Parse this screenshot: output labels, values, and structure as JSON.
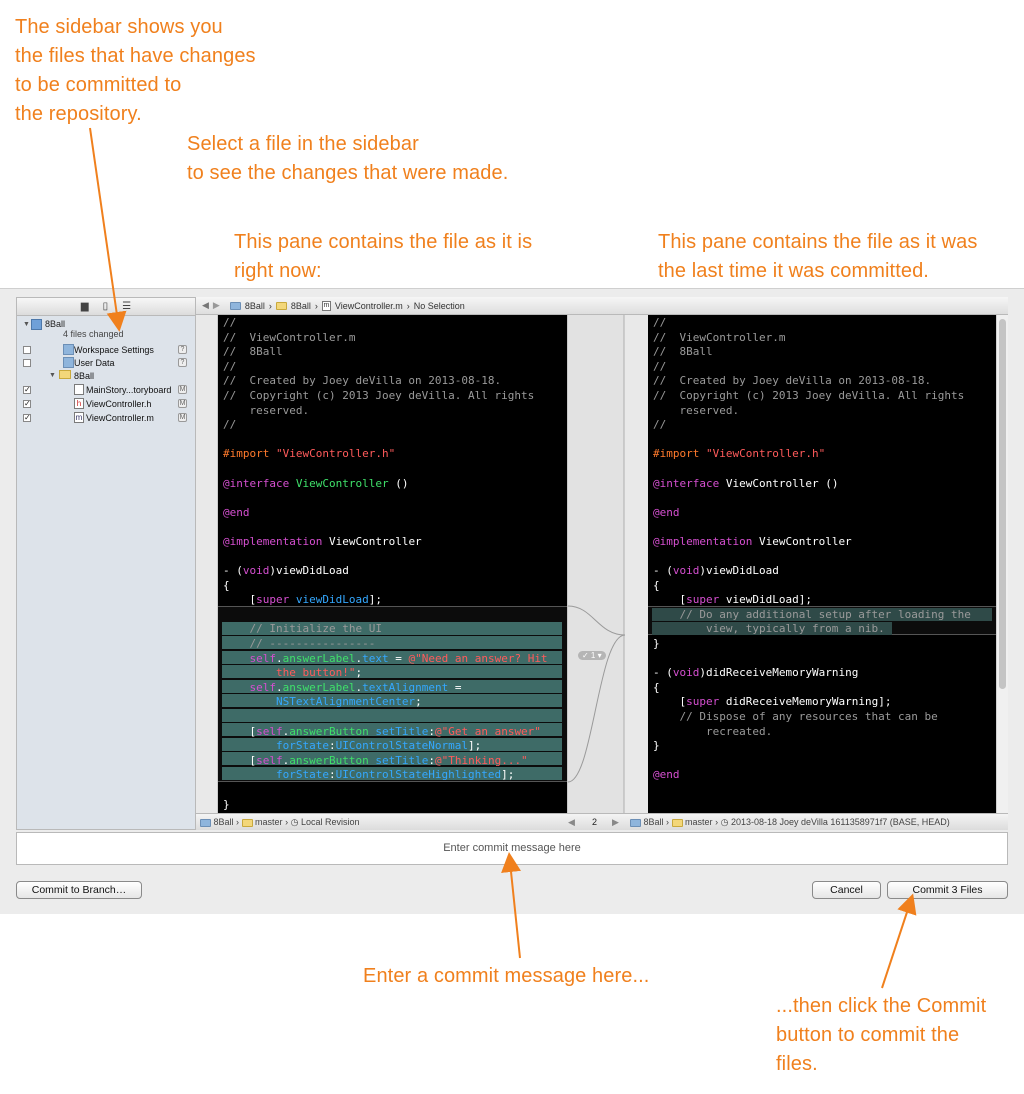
{
  "annotations": {
    "sidebar_note": "The sidebar shows you\nthe files that have changes\nto be committed to\nthe repository.",
    "select_note": "Select a file in the sidebar\nto see the changes that were made.",
    "left_pane_note": "This pane contains the file as it is\nright now:",
    "right_pane_note": "This pane contains the file as it was\nthe last time it was committed.",
    "message_note": "Enter a commit message here...",
    "commit_note": "...then click the Commit\nbutton to commit the\nfiles."
  },
  "sidebar": {
    "project": "8Ball",
    "subtitle": "4 files changed",
    "items": [
      {
        "label": "Workspace Settings",
        "checked": "",
        "badge": "?"
      },
      {
        "label": "User Data",
        "checked": "",
        "badge": "?"
      },
      {
        "label": "8Ball",
        "checked": "",
        "badge": ""
      },
      {
        "label": "MainStory...toryboard",
        "checked": "✓",
        "badge": "M"
      },
      {
        "label": "ViewController.h",
        "checked": "✓",
        "badge": "M"
      },
      {
        "label": "ViewController.m",
        "checked": "✓",
        "badge": "M"
      }
    ],
    "file_icon_h": "h",
    "file_icon_m": "m"
  },
  "pathbar": {
    "crumb1": "8Ball",
    "crumb2": "8Ball",
    "crumb3": "ViewController.m",
    "crumb4": "No Selection",
    "m_icon": "m"
  },
  "bottombar": {
    "left": {
      "project": "8Ball",
      "branch": "master",
      "revision": "Local Revision"
    },
    "change_count": "2",
    "right": {
      "project": "8Ball",
      "branch": "master",
      "revision": "2013-08-18  Joey deVilla  1611358971f7 (BASE, HEAD)"
    }
  },
  "diff_marker": "✓ 1 ▾",
  "commit": {
    "placeholder": "Enter commit message here",
    "branch_button": "Commit to Branch…",
    "cancel_button": "Cancel",
    "commit_button": "Commit 3 Files"
  },
  "left_code": {
    "l1": "//",
    "l2": "//  ViewController.m",
    "l3": "//  8Ball",
    "l4": "//",
    "l5": "//  Created by Joey deVilla on 2013-08-18.",
    "l6": "//  Copyright (c) 2013 Joey deVilla. All rights",
    "l7": "    reserved.",
    "l8": "//",
    "import_kw": "#import",
    "import_file": "\"ViewController.h\"",
    "interface_kw": "@interface",
    "class_name": "ViewController",
    "parens": " ()",
    "end_kw": "@end",
    "impl_kw": "@implementation",
    "vdl_pre": "- (",
    "void_kw": "void",
    "vdl_post": ")viewDidLoad",
    "brace_open": "{",
    "super_kw": "super",
    "vdl_call": "viewDidLoad",
    "init_comment": "    // Initialize the UI",
    "dash_comment": "    // ----------------",
    "self_kw": "self",
    "answer_label": "answerLabel",
    "text_prop": "text",
    "need_answer": "@\"Need an answer? Hit",
    "the_button": "the button!\"",
    "text_align": "textAlignment",
    "align_center": "NSTextAlignmentCenter",
    "answer_button": "answerButton",
    "set_title": "setTitle",
    "get_answer": "@\"Get an answer\"",
    "for_state": "forState",
    "state_normal": "UIControlStateNormal",
    "thinking": "@\"Thinking...\"",
    "state_high": "UIControlStateHighlighted",
    "brace_close": "}"
  },
  "right_code": {
    "additional": "// Do any additional setup after loading the",
    "additional2": "        view, typically from a nib.",
    "mem_post": ")didReceiveMemoryWarning",
    "mem_call": "didReceiveMemoryWarning",
    "dispose": "    // Dispose of any resources that can be",
    "recreated": "        recreated."
  }
}
